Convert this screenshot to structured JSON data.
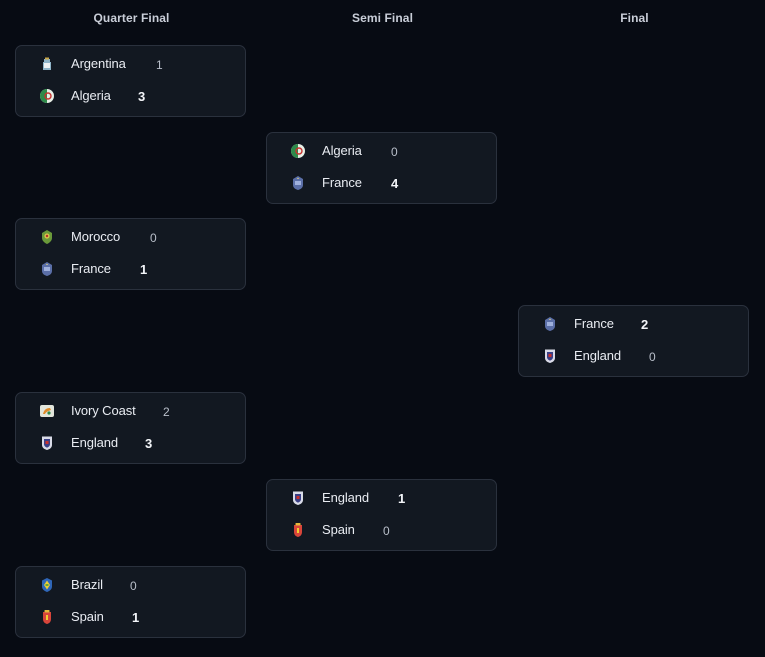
{
  "rounds": [
    {
      "title": "Quarter Final"
    },
    {
      "title": "Semi Final"
    },
    {
      "title": "Final"
    }
  ],
  "matches": [
    {
      "round": "Quarter Final",
      "teams": [
        {
          "name": "Argentina",
          "score": "1",
          "winner": false,
          "crest": "argentina-crest-icon",
          "color": "#8fb4c9"
        },
        {
          "name": "Algeria",
          "score": "3",
          "winner": true,
          "crest": "algeria-crest-icon",
          "color": "#e8efe6"
        }
      ]
    },
    {
      "round": "Quarter Final",
      "teams": [
        {
          "name": "Morocco",
          "score": "0",
          "winner": false,
          "crest": "morocco-crest-icon",
          "color": "#6a9a3a"
        },
        {
          "name": "France",
          "score": "1",
          "winner": true,
          "crest": "france-crest-icon",
          "color": "#5b6fa8"
        }
      ]
    },
    {
      "round": "Quarter Final",
      "teams": [
        {
          "name": "Ivory Coast",
          "score": "2",
          "winner": false,
          "crest": "ivory-coast-crest-icon",
          "color": "#e3e6dc"
        },
        {
          "name": "England",
          "score": "3",
          "winner": true,
          "crest": "england-crest-icon",
          "color": "#d9dbe8"
        }
      ]
    },
    {
      "round": "Quarter Final",
      "teams": [
        {
          "name": "Brazil",
          "score": "0",
          "winner": false,
          "crest": "brazil-crest-icon",
          "color": "#2f66b8"
        },
        {
          "name": "Spain",
          "score": "1",
          "winner": true,
          "crest": "spain-crest-icon",
          "color": "#d8453a"
        }
      ]
    },
    {
      "round": "Semi Final",
      "teams": [
        {
          "name": "Algeria",
          "score": "0",
          "winner": false,
          "crest": "algeria-crest-icon",
          "color": "#e8efe6"
        },
        {
          "name": "France",
          "score": "4",
          "winner": true,
          "crest": "france-crest-icon",
          "color": "#5b6fa8"
        }
      ]
    },
    {
      "round": "Semi Final",
      "teams": [
        {
          "name": "England",
          "score": "1",
          "winner": true,
          "crest": "england-crest-icon",
          "color": "#d9dbe8"
        },
        {
          "name": "Spain",
          "score": "0",
          "winner": false,
          "crest": "spain-crest-icon",
          "color": "#d8453a"
        }
      ]
    },
    {
      "round": "Final",
      "teams": [
        {
          "name": "France",
          "score": "2",
          "winner": true,
          "crest": "france-crest-icon",
          "color": "#5b6fa8"
        },
        {
          "name": "England",
          "score": "0",
          "winner": false,
          "crest": "england-crest-icon",
          "color": "#d9dbe8"
        }
      ]
    }
  ]
}
